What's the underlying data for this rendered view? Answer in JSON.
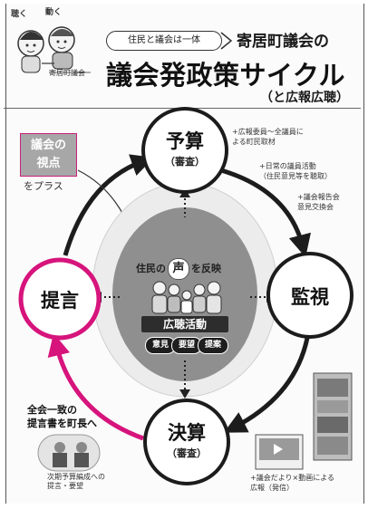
{
  "header": {
    "mascot_text": "聴く",
    "mascot_text2": "動く",
    "mascot_label": "寄居町議会",
    "tagline": "住民と議会は一体",
    "council_name": "寄居町議会の",
    "main_title": "議会発政策サイクル",
    "sub_title": "（と広報広聴）"
  },
  "viewpoint": {
    "line1": "議会の",
    "line2": "視点",
    "plus": "をプラス"
  },
  "cycle": {
    "budget": {
      "label": "予算",
      "sub": "（審査）"
    },
    "monitoring": {
      "label": "監視"
    },
    "settlement": {
      "label": "決算",
      "sub": "（審査）"
    },
    "proposal": {
      "label": "提言"
    }
  },
  "notes": {
    "top": [
      "+広報委員～全議員に",
      "よる町民取材"
    ],
    "middle": [
      "+日常の議員活動",
      "（住民意見等を聴取）"
    ],
    "lower": [
      "+議会報告会",
      "意見交換会"
    ]
  },
  "center": {
    "voice_pre": "住民の",
    "voice_char": "声",
    "voice_post": "を反映",
    "hearing": "広聴活動",
    "pills": [
      "意見",
      "要望",
      "提案"
    ]
  },
  "consensus": {
    "line1": "全会一致の",
    "line2": "提言書を町長へ",
    "caption": [
      "次期予算編成への",
      "提言・要望"
    ]
  },
  "newsletter": {
    "caption": [
      "+議会だより×動画による",
      "広報（発信）"
    ]
  },
  "colors": {
    "accent": "#d6147c",
    "ring_dark": "#1c1c1c",
    "oval_outer": "#ececec",
    "oval_inner": "#8f8f8f"
  }
}
